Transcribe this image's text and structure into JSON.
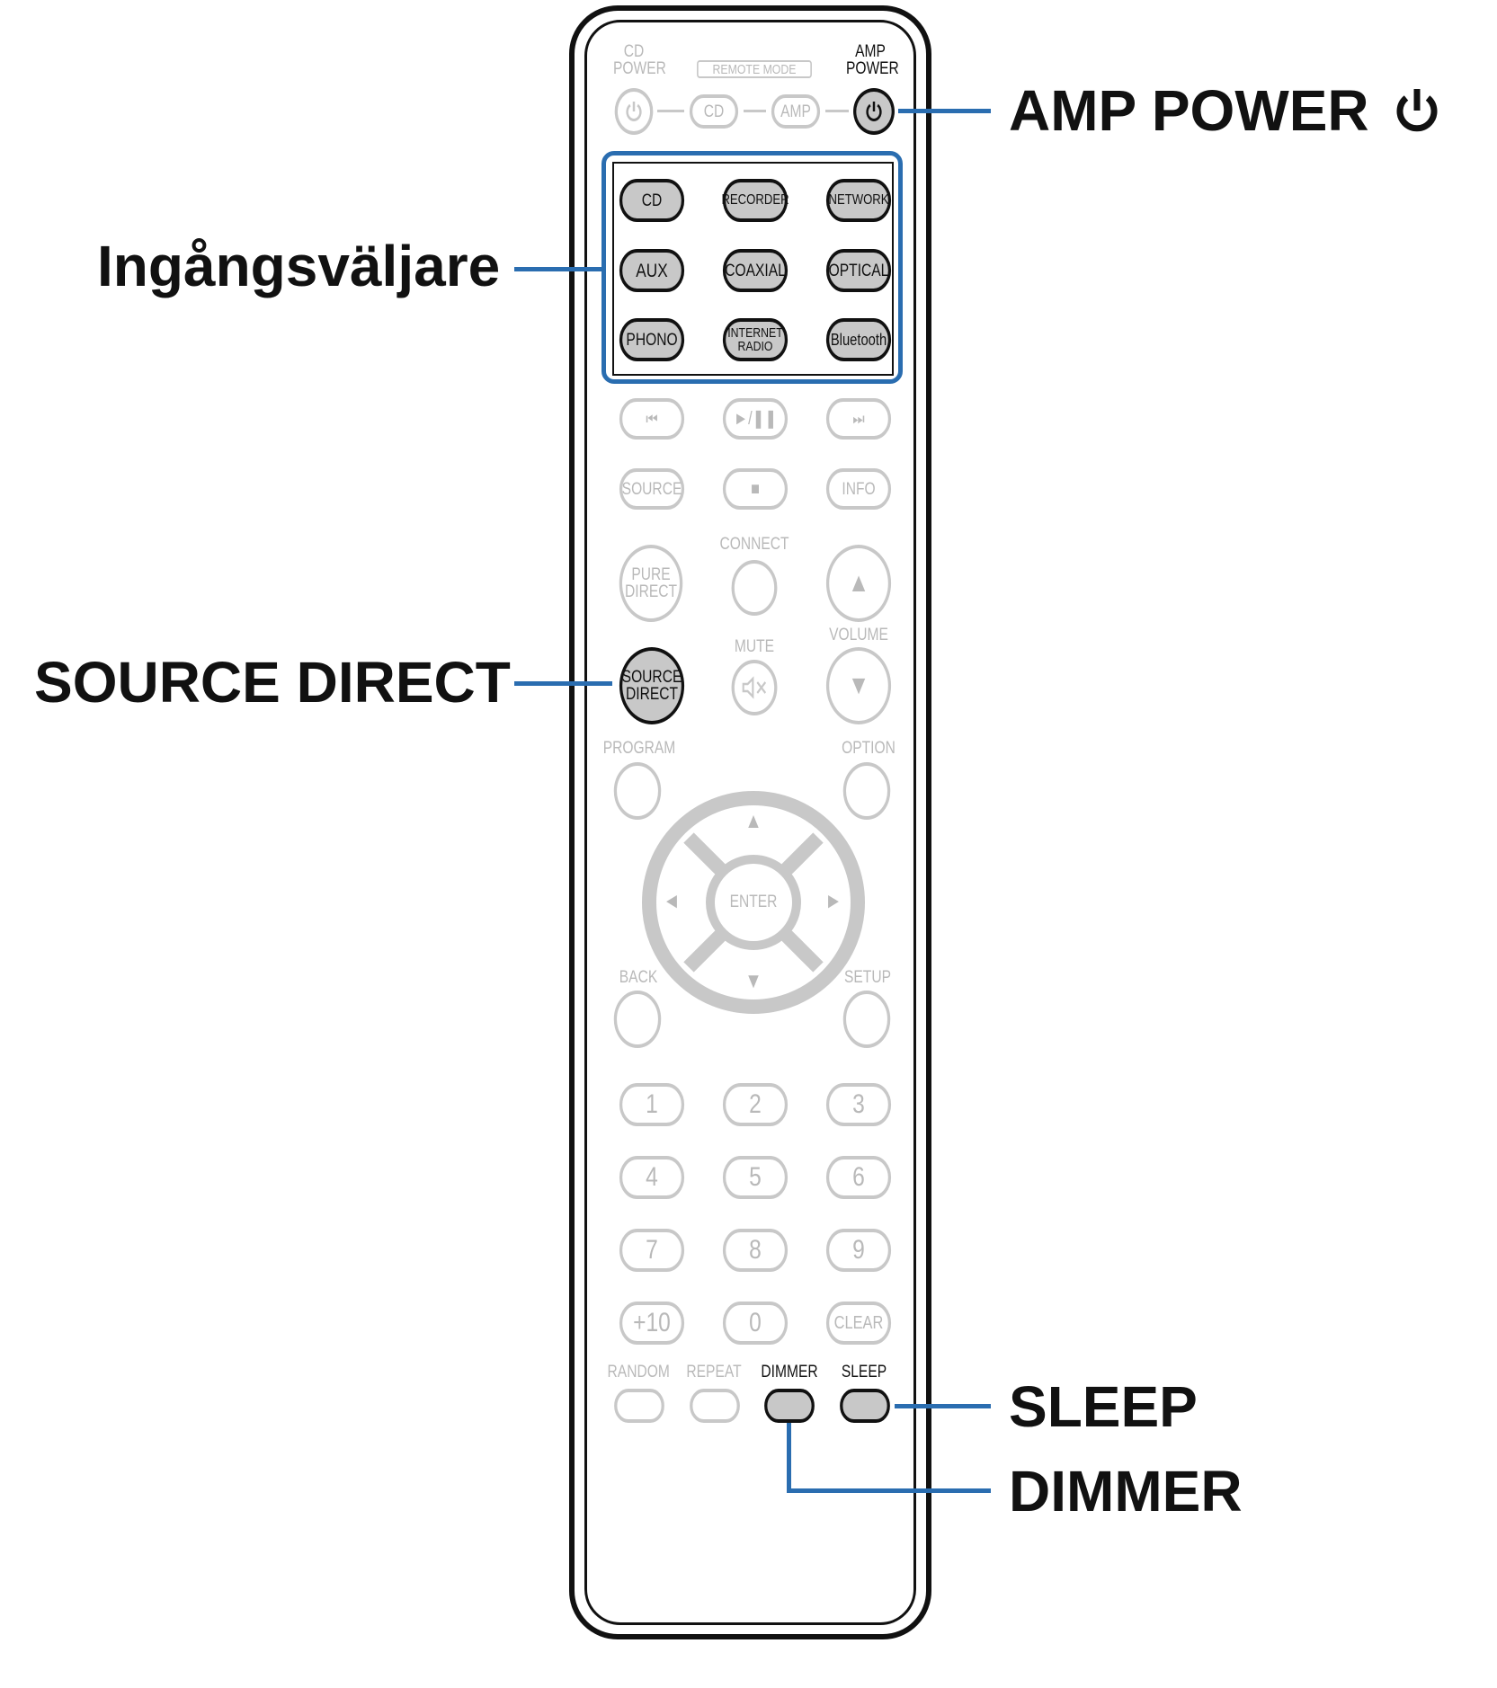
{
  "callouts": {
    "amp_power": "AMP POWER",
    "input_selector": "Ingångsväljare",
    "source_direct": "SOURCE DIRECT",
    "sleep": "SLEEP",
    "dimmer": "DIMMER"
  },
  "remote": {
    "top": {
      "cd_power_line1": "CD",
      "cd_power_line2": "POWER",
      "remote_mode": "REMOTE MODE",
      "amp_power_line1": "AMP",
      "amp_power_line2": "POWER",
      "mode_cd": "CD",
      "mode_amp": "AMP"
    },
    "inputs": {
      "cd": "CD",
      "recorder": "RECORDER",
      "network": "NETWORK",
      "aux": "AUX",
      "coaxial": "COAXIAL",
      "optical": "OPTICAL",
      "phono": "PHONO",
      "internet_radio_line1": "INTERNET",
      "internet_radio_line2": "RADIO",
      "bluetooth": "Bluetooth"
    },
    "transport": {
      "prev": "⏮",
      "play_pause": "►/❚❚",
      "next": "⏭",
      "source": "SOURCE",
      "stop": "■",
      "info": "INFO"
    },
    "mid": {
      "pure_direct_line1": "PURE",
      "pure_direct_line2": "DIRECT",
      "connect": "CONNECT",
      "volume": "VOLUME",
      "vol_up": "▲",
      "vol_down": "▼",
      "source_direct_line1": "SOURCE",
      "source_direct_line2": "DIRECT",
      "mute": "MUTE",
      "program": "PROGRAM",
      "option": "OPTION",
      "back": "BACK",
      "setup": "SETUP",
      "enter": "ENTER",
      "up": "▲",
      "down": "▼",
      "left": "◄",
      "right": "►"
    },
    "numpad": [
      "1",
      "2",
      "3",
      "4",
      "5",
      "6",
      "7",
      "8",
      "9",
      "+10",
      "0",
      "CLEAR"
    ],
    "bottom": {
      "random": "RANDOM",
      "repeat": "REPEAT",
      "dimmer": "DIMMER",
      "sleep": "SLEEP"
    }
  },
  "colors": {
    "highlight": "#2a6db0",
    "active_button_fill": "#c8c8c8",
    "inactive_stroke": "#c8c8c8",
    "inactive_text": "#b9b9b9"
  }
}
